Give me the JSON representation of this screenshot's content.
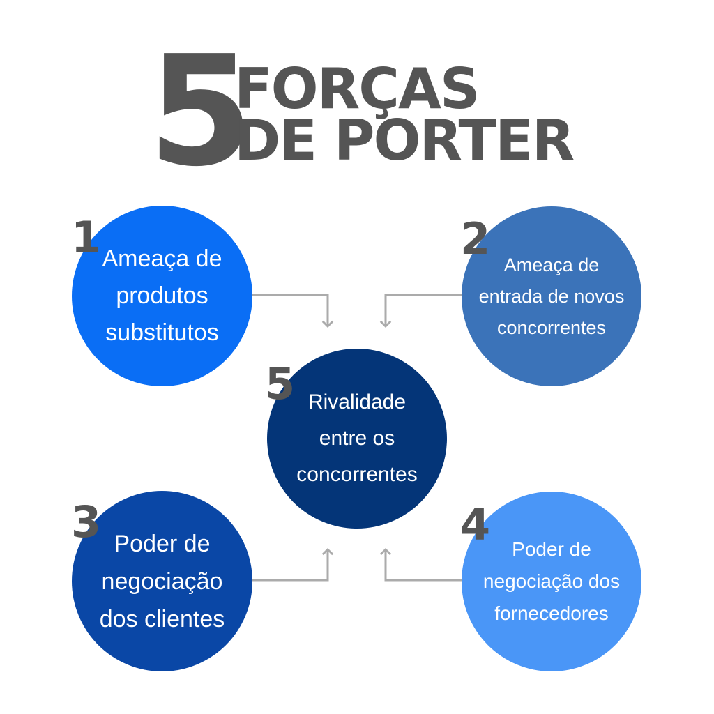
{
  "title": {
    "number": "5",
    "line1": "FORÇAS",
    "line2": "DE PORTER"
  },
  "forces": [
    {
      "number": "1",
      "label_lines": [
        "Ameaça de",
        "produtos",
        "substitutos"
      ],
      "color": "#0A6EF5"
    },
    {
      "number": "2",
      "label_lines": [
        "Ameaça de",
        "entrada de novos",
        "concorrentes"
      ],
      "color": "#3B73B9"
    },
    {
      "number": "3",
      "label_lines": [
        "Poder de",
        "negociação",
        "dos clientes"
      ],
      "color": "#0A47A6"
    },
    {
      "number": "4",
      "label_lines": [
        "Poder de",
        "negociação dos",
        "fornecedores"
      ],
      "color": "#4A96F7"
    },
    {
      "number": "5",
      "label_lines": [
        "Rivalidade",
        "entre os",
        "concorrentes"
      ],
      "color": "#043578"
    }
  ],
  "arrow_color": "#ABABAB",
  "text_color": "#555555"
}
